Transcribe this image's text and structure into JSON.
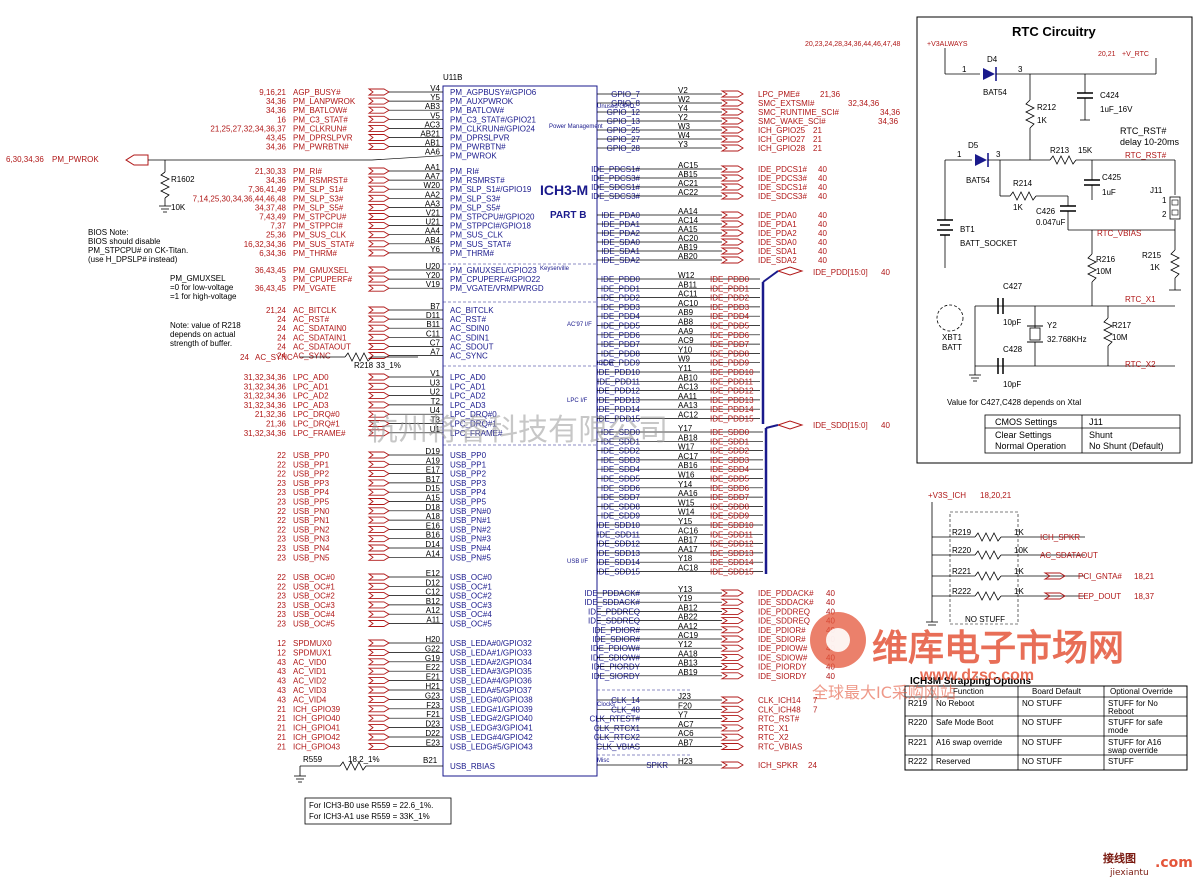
{
  "chip": {
    "ref": "U11B",
    "name": "ICH3-M",
    "part": "PART B",
    "groups": [
      "Power Management",
      "Unused GPIO",
      "AC'97 I/F",
      "LPC I/F",
      "USB I/F",
      "IDE I/F",
      "Clocks",
      "Misc",
      "Keyserville"
    ]
  },
  "left_pins": [
    {
      "ref": "9,16,21",
      "net": "AGP_BUSY#",
      "pin": "V4",
      "sig": "PM_AGPBUSY#/GPIO6"
    },
    {
      "ref": "34,36",
      "net": "PM_LANPWROK",
      "pin": "Y5",
      "sig": "PM_AUXPWROK"
    },
    {
      "ref": "34,36",
      "net": "PM_BATLOW#",
      "pin": "AB3",
      "sig": "PM_BATLOW#"
    },
    {
      "ref": "16",
      "net": "PM_C3_STAT#",
      "pin": "V5",
      "sig": "PM_C3_STAT#/GPIO21"
    },
    {
      "ref": "21,25,27,32,34,36,37",
      "net": "PM_CLKRUN#",
      "pin": "AC3",
      "sig": "PM_CLKRUN#/GPIO24"
    },
    {
      "ref": "43,45",
      "net": "PM_DPRSLPVR",
      "pin": "AB21",
      "sig": "PM_DPRSLPVR"
    },
    {
      "ref": "34,36",
      "net": "PM_PWRBTN#",
      "pin": "AB1",
      "sig": "PM_PWRBTN#"
    },
    {
      "ref": "6,30,34,36",
      "net": "PM_PWROK",
      "pin": "AA6",
      "sig": "PM_PWROK"
    },
    {
      "ref": "21,30,33",
      "net": "PM_RI#",
      "pin": "AA1",
      "sig": "PM_RI#"
    },
    {
      "ref": "34,36",
      "net": "PM_RSMRST#",
      "pin": "AA7",
      "sig": "PM_RSMRST#"
    },
    {
      "ref": "7,36,41,49",
      "net": "PM_SLP_S1#",
      "pin": "W20",
      "sig": "PM_SLP_S1#/GPIO19"
    },
    {
      "ref": "7,14,25,30,34,36,44,46,48",
      "net": "PM_SLP_S3#",
      "pin": "AA2",
      "sig": "PM_SLP_S3#"
    },
    {
      "ref": "34,37,48",
      "net": "PM_SLP_S5#",
      "pin": "AA3",
      "sig": "PM_SLP_S5#"
    },
    {
      "ref": "7,43,49",
      "net": "PM_STPCPU#",
      "pin": "V21",
      "sig": "PM_STPCPU#/GPIO20"
    },
    {
      "ref": "7,37",
      "net": "PM_STPPCI#",
      "pin": "U21",
      "sig": "PM_STPPCI#/GPIO18"
    },
    {
      "ref": "25,36",
      "net": "PM_SUS_CLK",
      "pin": "AA4",
      "sig": "PM_SUS_CLK"
    },
    {
      "ref": "16,32,34,36",
      "net": "PM_SUS_STAT#",
      "pin": "AB4",
      "sig": "PM_SUS_STAT#"
    },
    {
      "ref": "6,34,36",
      "net": "PM_THRM#",
      "pin": "Y6",
      "sig": "PM_THRM#"
    },
    {
      "ref": "36,43,45",
      "net": "PM_GMUXSEL",
      "pin": "U20",
      "sig": "PM_GMUXSEL/GPIO23"
    },
    {
      "ref": "3",
      "net": "PM_CPUPERF#",
      "pin": "Y20",
      "sig": "PM_CPUPERF#/GPIO22"
    },
    {
      "ref": "36,43,45",
      "net": "PM_VGATE",
      "pin": "V19",
      "sig": "PM_VGATE/VRMPWRGD"
    },
    {
      "ref": "21,24",
      "net": "AC_BITCLK",
      "pin": "B7",
      "sig": "AC_BITCLK"
    },
    {
      "ref": "24",
      "net": "AC_RST#",
      "pin": "D11",
      "sig": "AC_RST#"
    },
    {
      "ref": "24",
      "net": "AC_SDATAIN0",
      "pin": "B11",
      "sig": "AC_SDIN0"
    },
    {
      "ref": "24",
      "net": "AC_SDATAIN1",
      "pin": "C11",
      "sig": "AC_SDIN1"
    },
    {
      "ref": "24",
      "net": "AC_SDATAOUT",
      "pin": "C7",
      "sig": "AC_SDOUT"
    },
    {
      "ref": "24",
      "net": "AC_SYNC",
      "pin": "A7",
      "sig": "AC_SYNC"
    },
    {
      "ref": "31,32,34,36",
      "net": "LPC_AD0",
      "pin": "V1",
      "sig": "LPC_AD0"
    },
    {
      "ref": "31,32,34,36",
      "net": "LPC_AD1",
      "pin": "U3",
      "sig": "LPC_AD1"
    },
    {
      "ref": "31,32,34,36",
      "net": "LPC_AD2",
      "pin": "U2",
      "sig": "LPC_AD2"
    },
    {
      "ref": "31,32,34,36",
      "net": "LPC_AD3",
      "pin": "T2",
      "sig": "LPC_AD3"
    },
    {
      "ref": "21,32,36",
      "net": "LPC_DRQ#0",
      "pin": "U4",
      "sig": "LPC_DRQ#0"
    },
    {
      "ref": "21,36",
      "net": "LPC_DRQ#1",
      "pin": "T3",
      "sig": "LPC_DRQ#1"
    },
    {
      "ref": "31,32,34,36",
      "net": "LPC_FRAME#",
      "pin": "U1",
      "sig": "LPC_FRAME#"
    },
    {
      "ref": "22",
      "net": "USB_PP0",
      "pin": "D19",
      "sig": "USB_PP0"
    },
    {
      "ref": "22",
      "net": "USB_PP1",
      "pin": "A19",
      "sig": "USB_PP1"
    },
    {
      "ref": "22",
      "net": "USB_PP2",
      "pin": "E17",
      "sig": "USB_PP2"
    },
    {
      "ref": "23",
      "net": "USB_PP3",
      "pin": "B17",
      "sig": "USB_PP3"
    },
    {
      "ref": "23",
      "net": "USB_PP4",
      "pin": "D15",
      "sig": "USB_PP4"
    },
    {
      "ref": "23",
      "net": "USB_PP5",
      "pin": "A15",
      "sig": "USB_PP5"
    },
    {
      "ref": "22",
      "net": "USB_PN0",
      "pin": "D18",
      "sig": "USB_PN#0"
    },
    {
      "ref": "22",
      "net": "USB_PN1",
      "pin": "A18",
      "sig": "USB_PN#1"
    },
    {
      "ref": "22",
      "net": "USB_PN2",
      "pin": "E16",
      "sig": "USB_PN#2"
    },
    {
      "ref": "23",
      "net": "USB_PN3",
      "pin": "B16",
      "sig": "USB_PN#3"
    },
    {
      "ref": "23",
      "net": "USB_PN4",
      "pin": "D14",
      "sig": "USB_PN#4"
    },
    {
      "ref": "23",
      "net": "USB_PN5",
      "pin": "A14",
      "sig": "USB_PN#5"
    },
    {
      "ref": "22",
      "net": "USB_OC#0",
      "pin": "E12",
      "sig": "USB_OC#0"
    },
    {
      "ref": "22",
      "net": "USB_OC#1",
      "pin": "D12",
      "sig": "USB_OC#1"
    },
    {
      "ref": "23",
      "net": "USB_OC#2",
      "pin": "C12",
      "sig": "USB_OC#2"
    },
    {
      "ref": "23",
      "net": "USB_OC#3",
      "pin": "B12",
      "sig": "USB_OC#3"
    },
    {
      "ref": "23",
      "net": "USB_OC#4",
      "pin": "A12",
      "sig": "USB_OC#4"
    },
    {
      "ref": "23",
      "net": "USB_OC#5",
      "pin": "A11",
      "sig": "USB_OC#5"
    },
    {
      "ref": "12",
      "net": "SPDMUX0",
      "pin": "H20",
      "sig": "USB_LEDA#0/GPIO32"
    },
    {
      "ref": "12",
      "net": "SPDMUX1",
      "pin": "G22",
      "sig": "USB_LEDA#1/GPIO33"
    },
    {
      "ref": "43",
      "net": "AC_VID0",
      "pin": "G19",
      "sig": "USB_LEDA#2/GPIO34"
    },
    {
      "ref": "43",
      "net": "AC_VID1",
      "pin": "E22",
      "sig": "USB_LEDA#3/GPIO35"
    },
    {
      "ref": "43",
      "net": "AC_VID2",
      "pin": "E21",
      "sig": "USB_LEDA#4/GPIO36"
    },
    {
      "ref": "43",
      "net": "AC_VID3",
      "pin": "H21",
      "sig": "USB_LEDA#5/GPIO37"
    },
    {
      "ref": "43",
      "net": "AC_VID4",
      "pin": "G23",
      "sig": "USB_LEDG#0/GPIO38"
    },
    {
      "ref": "21",
      "net": "ICH_GPIO39",
      "pin": "F23",
      "sig": "USB_LEDG#1/GPIO39"
    },
    {
      "ref": "21",
      "net": "ICH_GPIO40",
      "pin": "F21",
      "sig": "USB_LEDG#2/GPIO40"
    },
    {
      "ref": "21",
      "net": "ICH_GPIO41",
      "pin": "D23",
      "sig": "USB_LEDG#3/GPIO41"
    },
    {
      "ref": "21",
      "net": "ICH_GPIO42",
      "pin": "D22",
      "sig": "USB_LEDG#4/GPIO42"
    },
    {
      "ref": "21",
      "net": "ICH_GPIO43",
      "pin": "E23",
      "sig": "USB_LEDG#5/GPIO43"
    }
  ],
  "rbias": {
    "ref": "R559",
    "val": "18.2_1%",
    "pin": "B21",
    "sig": "USB_RBIAS"
  },
  "right_pins": [
    {
      "sig": "GPIO_7",
      "pin": "V2",
      "net": "LPC_PME#",
      "ref": "21,36"
    },
    {
      "sig": "GPIO_8",
      "pin": "W2",
      "net": "SMC_EXTSMI#",
      "ref": "32,34,36"
    },
    {
      "sig": "GPIO_12",
      "pin": "Y4",
      "net": "SMC_RUNTIME_SCI#",
      "ref": "34,36"
    },
    {
      "sig": "GPIO_13",
      "pin": "Y2",
      "net": "SMC_WAKE_SCI#",
      "ref": "34,36"
    },
    {
      "sig": "GPIO_25",
      "pin": "W3",
      "net": "ICH_GPIO25",
      "ref": "21"
    },
    {
      "sig": "GPIO_27",
      "pin": "W4",
      "net": "ICH_GPIO27",
      "ref": "21"
    },
    {
      "sig": "GPIO_28",
      "pin": "Y3",
      "net": "ICH_GPIO28",
      "ref": "21"
    },
    {
      "sig": "IDE_PDCS1#",
      "pin": "AC15",
      "net": "IDE_PDCS1#",
      "ref": "40"
    },
    {
      "sig": "IDE_PDCS3#",
      "pin": "AB15",
      "net": "IDE_PDCS3#",
      "ref": "40"
    },
    {
      "sig": "IDE_SDCS1#",
      "pin": "AC21",
      "net": "IDE_SDCS1#",
      "ref": "40"
    },
    {
      "sig": "IDE_SDCS3#",
      "pin": "AC22",
      "net": "IDE_SDCS3#",
      "ref": "40"
    },
    {
      "sig": "IDE_PDA0",
      "pin": "AA14",
      "net": "IDE_PDA0",
      "ref": "40"
    },
    {
      "sig": "IDE_PDA1",
      "pin": "AC14",
      "net": "IDE_PDA1",
      "ref": "40"
    },
    {
      "sig": "IDE_PDA2",
      "pin": "AA15",
      "net": "IDE_PDA2",
      "ref": "40"
    },
    {
      "sig": "IDE_SDA0",
      "pin": "AC20",
      "net": "IDE_SDA0",
      "ref": "40"
    },
    {
      "sig": "IDE_SDA1",
      "pin": "AB19",
      "net": "IDE_SDA1",
      "ref": "40"
    },
    {
      "sig": "IDE_SDA2",
      "pin": "AB20",
      "net": "IDE_SDA2",
      "ref": "40"
    }
  ],
  "pdd_pins": [
    "W12",
    "AB11",
    "AC11",
    "AC10",
    "AB9",
    "AB8",
    "AA9",
    "AC9",
    "Y10",
    "W9",
    "Y11",
    "AB10",
    "AC13",
    "AA11",
    "AA13",
    "AC12"
  ],
  "sdd_pins": [
    "Y17",
    "AB18",
    "W17",
    "AC17",
    "AB16",
    "W16",
    "Y14",
    "AA16",
    "W15",
    "W14",
    "Y15",
    "AC16",
    "AB17",
    "AA17",
    "Y18",
    "AC18"
  ],
  "pdd_bus": {
    "net": "IDE_PDD[15:0]",
    "ref": "40"
  },
  "sdd_bus": {
    "net": "IDE_SDD[15:0]",
    "ref": "40"
  },
  "ide_ctl": [
    {
      "sig": "IDE_PDDACK#",
      "pin": "Y13",
      "net": "IDE_PDDACK#",
      "ref": "40"
    },
    {
      "sig": "IDE_SDDACK#",
      "pin": "Y19",
      "net": "IDE_SDDACK#",
      "ref": "40"
    },
    {
      "sig": "IDE_PDDREQ",
      "pin": "AB12",
      "net": "IDE_PDDREQ",
      "ref": "40"
    },
    {
      "sig": "IDE_SDDREQ",
      "pin": "AB22",
      "net": "IDE_SDDREQ",
      "ref": "40"
    },
    {
      "sig": "IDE_PDIOR#",
      "pin": "AA12",
      "net": "IDE_PDIOR#",
      "ref": "40"
    },
    {
      "sig": "IDE_SDIOR#",
      "pin": "AC19",
      "net": "IDE_SDIOR#",
      "ref": "40"
    },
    {
      "sig": "IDE_PDIOW#",
      "pin": "Y12",
      "net": "IDE_PDIOW#",
      "ref": "40"
    },
    {
      "sig": "IDE_SDIOW#",
      "pin": "AA18",
      "net": "IDE_SDIOW#",
      "ref": "40"
    },
    {
      "sig": "IDE_PIORDY",
      "pin": "AB13",
      "net": "IDE_PIORDY",
      "ref": "40"
    },
    {
      "sig": "IDE_SIORDY",
      "pin": "AB19",
      "net": "IDE_SIORDY",
      "ref": "40"
    }
  ],
  "clock_pins": [
    {
      "sig": "CLK_14",
      "pin": "J23",
      "net": "CLK_ICH14",
      "ref": "7"
    },
    {
      "sig": "CLK_48",
      "pin": "F20",
      "net": "CLK_ICH48",
      "ref": "7"
    },
    {
      "sig": "CLK_RTEST#",
      "pin": "Y7",
      "net": "RTC_RST#",
      "ref": ""
    },
    {
      "sig": "CLK_RTCX1",
      "pin": "AC7",
      "net": "RTC_X1",
      "ref": ""
    },
    {
      "sig": "CLK_RTCX2",
      "pin": "AC6",
      "net": "RTC_X2",
      "ref": ""
    },
    {
      "sig": "CLK_VBIAS",
      "pin": "AB7",
      "net": "RTC_VBIAS",
      "ref": ""
    }
  ],
  "misc_pin": {
    "sig": "SPKR",
    "pin": "H23",
    "net": "ICH_SPKR",
    "ref": "24"
  },
  "notes": {
    "bios_1": "BIOS Note:",
    "bios_2": "BIOS should disable",
    "bios_3": "PM_STPCPU# on CK-Titan.",
    "bios_4": "(use H_DPSLP# instead)",
    "gmux_1": "PM_GMUXSEL",
    "gmux_2": "=0 for low-voltage",
    "gmux_3": "=1 for high-voltage",
    "r218_1": "Note: value of R218",
    "r218_2": "depends on actual",
    "r218_3": "strength of buffer.",
    "ich3_1": "For ICH3-B0 use R559 = 22.6_1%.",
    "ich3_2": "For ICH3-A1 use R559 = 33K_1%"
  },
  "misc_left": {
    "pwrok_ref": "6,30,34,36",
    "pwrok_net": "PM_PWROK",
    "r1602": "R1602",
    "r1602_val": "10K",
    "r218": "R218",
    "r218_val": "33_1%",
    "ac_sync_ref": "24",
    "ac_sync_net": "AC_SYNC"
  },
  "rtc": {
    "title": "RTC Circuitry",
    "v3always_ref": "20,23,24,28,34,36,44,46,47,48",
    "v3always": "+V3ALWAYS",
    "vrtc_ref": "20,21",
    "vrtc": "+V_RTC",
    "d4": "D4",
    "d4_val": "BAT54",
    "d5": "D5",
    "d5_val": "BAT54",
    "r212": "R212",
    "r212_val": "1K",
    "c424": "C424",
    "c424_val": "1uF_16V",
    "r213": "R213",
    "r213_val": "15K",
    "rst_note_1": "RTC_RST#",
    "rst_note_2": "delay 10-20ms",
    "rst_net": "RTC_RST#",
    "r214": "R214",
    "r214_val": "1K",
    "c425": "C425",
    "c425_val": "1uF",
    "j11": "J11",
    "c426": "C426",
    "c426_val": "0.047uF",
    "bt1": "BT1",
    "bt1_val": "BATT_SOCKET",
    "vbias": "RTC_VBIAS",
    "r216": "R216",
    "r216_val": "10M",
    "r215": "R215",
    "r215_val": "1K",
    "c427": "C427",
    "c427_val": "10pF",
    "y2": "Y2",
    "y2_val": "32.768KHz",
    "r217": "R217",
    "r217_val": "10M",
    "x1": "RTC_X1",
    "c428": "C428",
    "c428_val": "10pF",
    "x2": "RTC_X2",
    "xbt1": "XBT1",
    "xbt1_val": "BATT",
    "xtal_note": "Value for C427,C428 depends on Xtal",
    "pin1": "1",
    "pin2": "2",
    "pin3": "3",
    "table": [
      {
        "a": "CMOS Settings",
        "b": "J11"
      },
      {
        "a": "Clear Settings",
        "b": "Shunt"
      },
      {
        "a": "Normal Operation",
        "b": "No Shunt (Default)"
      }
    ]
  },
  "strap": {
    "v3s": "+V3S_ICH",
    "v3s_ref": "18,20,21",
    "rows": [
      {
        "r": "R219",
        "v": "1K",
        "net": "ICH_SPKR"
      },
      {
        "r": "R220",
        "v": "10K",
        "net": "AC_SDATAOUT"
      },
      {
        "r": "R221",
        "v": "1K",
        "net": "PCI_GNTA#",
        "ref": "18,21"
      },
      {
        "r": "R222",
        "v": "1K",
        "net": "EEP_DOUT",
        "ref": "18,37"
      }
    ],
    "no_stuff": "NO STUFF",
    "title": "ICH3M Strapping Options",
    "cols": [
      "",
      "Function",
      "Board Default",
      "Optional Override"
    ],
    "table": [
      {
        "r": "R219",
        "f": "No Reboot",
        "d": "NO STUFF",
        "o": "STUFF for No Reboot"
      },
      {
        "r": "R220",
        "f": "Safe Mode Boot",
        "d": "NO STUFF",
        "o": "STUFF for safe mode"
      },
      {
        "r": "R221",
        "f": "A16 swap override",
        "d": "NO STUFF",
        "o": "STUFF for A16 swap override"
      },
      {
        "r": "R222",
        "f": "Reserved",
        "d": "NO STUFF",
        "o": "STUFF"
      }
    ]
  },
  "watermark": {
    "cn": "杭州将睿科技有限公司",
    "logo_cn": "维库电子市场网",
    "logo_en": "www.dzsc.com",
    "logo_slogan": "全球最大IC采购网站",
    "footer_cn": "接线图",
    "footer_url": "jiexiantu",
    "footer_dom": ".com"
  },
  "colors": {
    "net": "#b01818",
    "chip": "#1a1a8c",
    "wire": "#000000"
  }
}
